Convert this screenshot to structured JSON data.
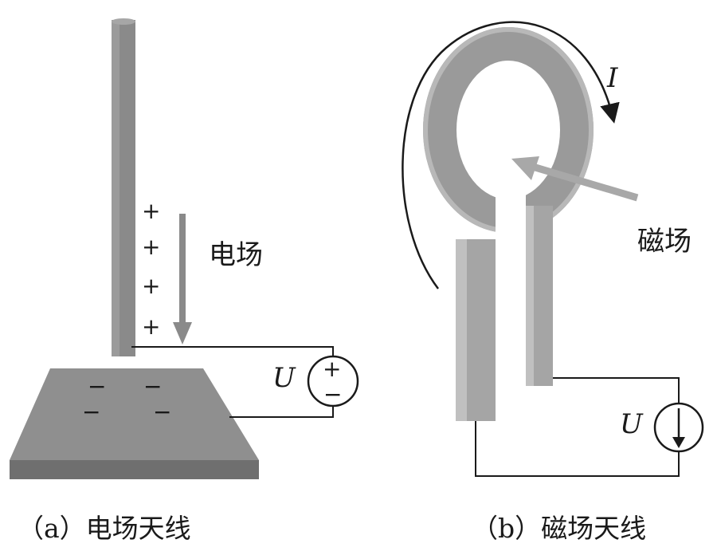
{
  "panel_a": {
    "charges_plus": [
      "+",
      "+",
      "+",
      "+"
    ],
    "charges_minus": [
      "−",
      "−",
      "−",
      "−"
    ],
    "field_label": "电场",
    "source_label": "U",
    "source_plus": "+",
    "source_minus": "−",
    "caption": "（a）电场天线"
  },
  "panel_b": {
    "current_label": "I",
    "field_label": "磁场",
    "source_label": "U",
    "caption": "（b）磁场天线"
  },
  "colors": {
    "metal": "#8a8a8a",
    "metal_light": "#a8a8a8",
    "metal_dark": "#6e6e6e",
    "line": "#1a1a1a"
  }
}
